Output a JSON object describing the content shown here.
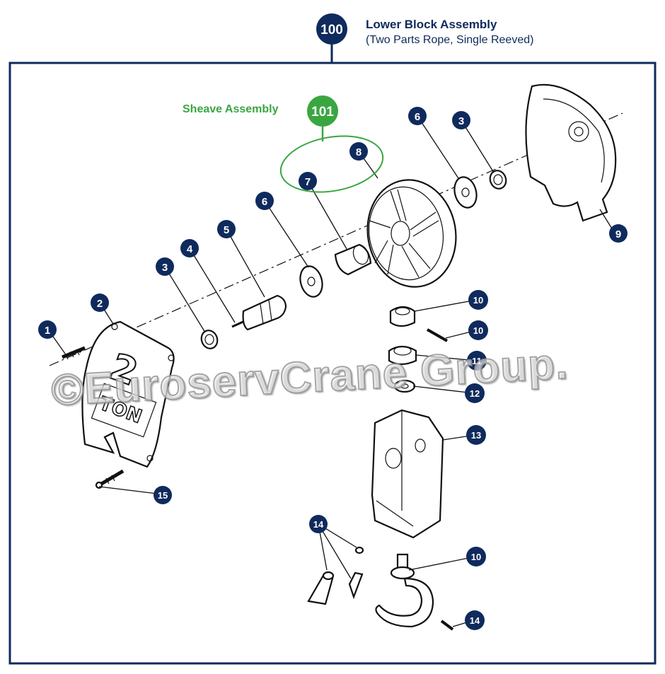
{
  "header": {
    "assembly_number": "100",
    "assembly_title": "Lower Block Assembly",
    "assembly_subtitle": "(Two Parts Rope, Single Reeved)"
  },
  "sheave_group": {
    "label": "Sheave Assembly",
    "number": "101",
    "color": "#3aa641"
  },
  "watermark": "©EuroservCrane Group.",
  "part_callouts": [
    "1",
    "2",
    "3",
    "4",
    "5",
    "6",
    "7",
    "8",
    "6",
    "3",
    "9",
    "10",
    "10",
    "11",
    "12",
    "13",
    "14",
    "10",
    "14",
    "15"
  ],
  "plate_text": {
    "rating_number": "2",
    "rating_unit": "TON"
  },
  "colors": {
    "badge": "#0f2a5c",
    "frame": "#0f2a5c",
    "sheave": "#3aa641",
    "line": "#111111"
  }
}
